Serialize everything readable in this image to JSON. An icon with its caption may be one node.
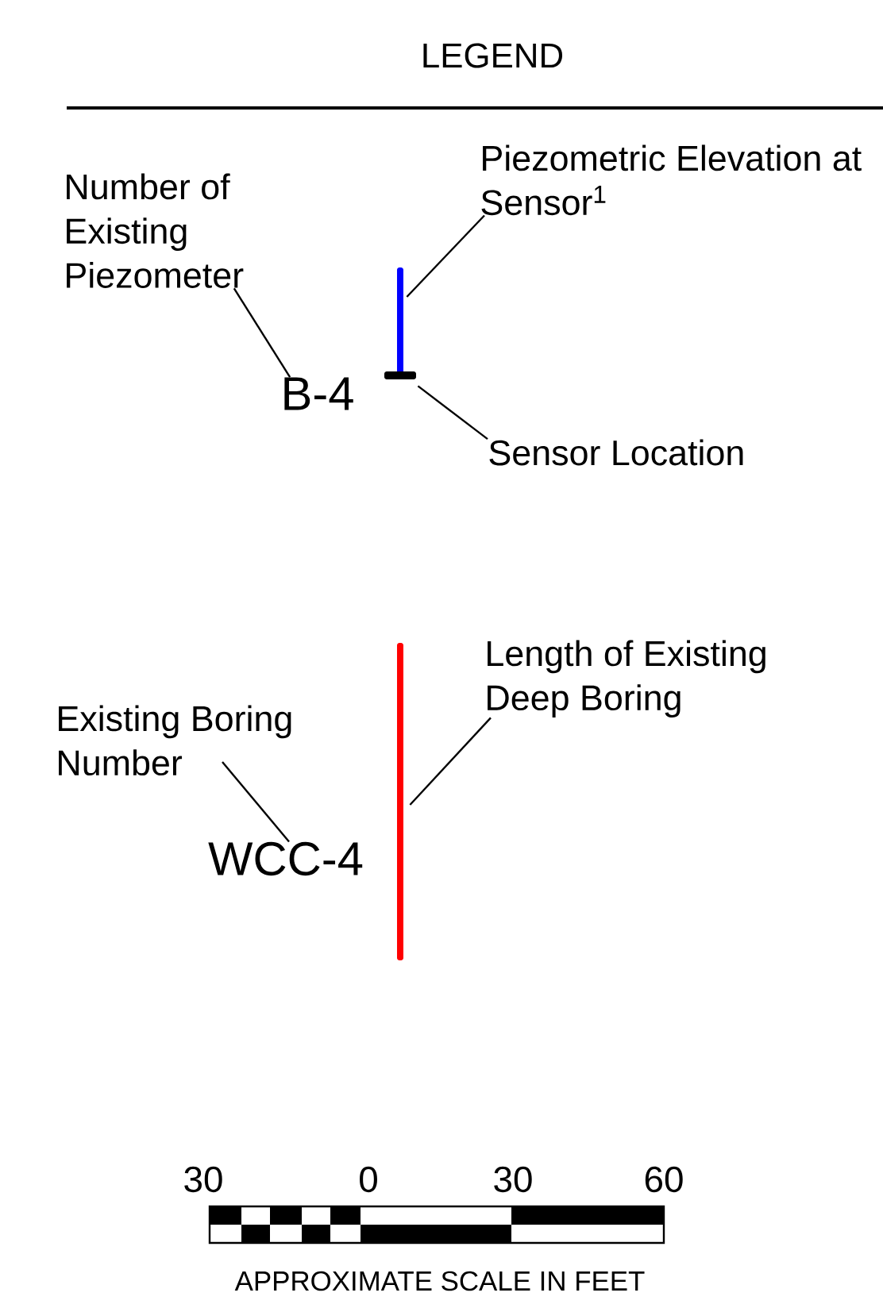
{
  "diagram": {
    "title": "LEGEND",
    "nodes": [
      {
        "text": [
          "Number of Existing Piezometer"
        ]
      },
      {
        "text": [
          "B-4"
        ]
      },
      {
        "text": [
          "Piezometric Elevation at Sensor$^{1}$"
        ]
      },
      {
        "text": [],
        "shape": "bar"
      },
      {
        "text": [],
        "shape": "bar"
      },
      {
        "text": [
          "Sensor Location"
        ]
      },
      {
        "text": [
          "Existing Boring Number"
        ]
      },
      {
        "text": [
          "WCC-4"
        ]
      },
      {
        "text": [
          "Length of Existing Deep Boring"
        ]
      },
      {
        "text": [],
        "shape": "bar"
      }
    ],
    "edges": [
      {
        "from": 0,
        "to": 1,
        "arrow": "none"
      },
      {
        "from": 2,
        "to": 3,
        "arrow": "none"
      },
      {
        "from": 5,
        "to": 4,
        "arrow": "none"
      },
      {
        "from": 6,
        "to": 7,
        "arrow": "none"
      },
      {
        "from": 8,
        "to": 9,
        "arrow": "none"
      }
    ],
    "labels": [
      "30",
      "0",
      "30",
      "60",
      "APPROXIMATE SCALE IN FEET"
    ]
  }
}
